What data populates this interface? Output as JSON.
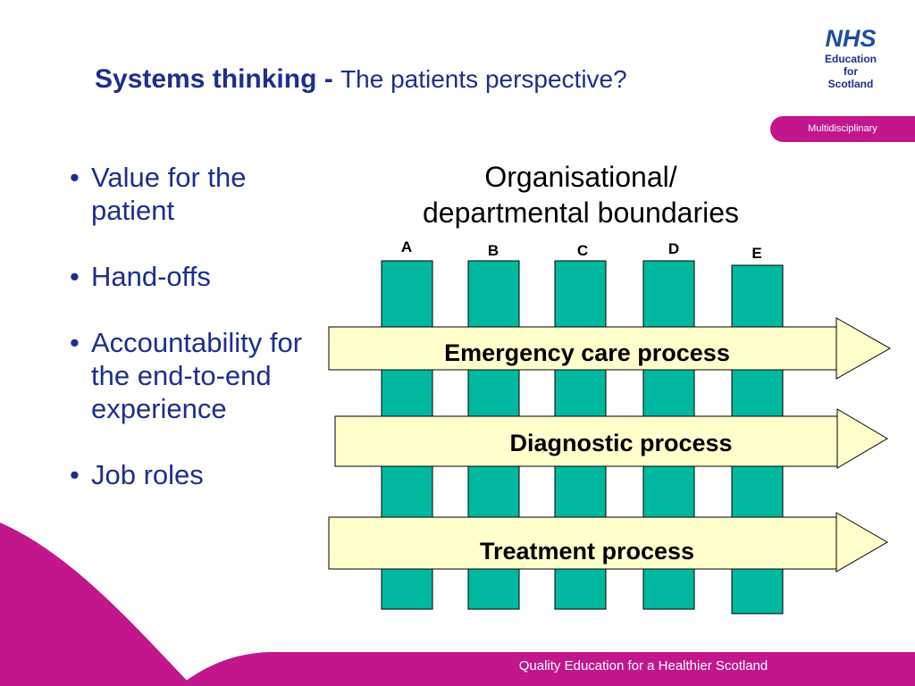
{
  "slide": {
    "title_bold": "Systems thinking - ",
    "title_normal": "The patients perspective?",
    "tag": "Multidisciplinary",
    "footer": "Quality Education for a Healthier Scotland"
  },
  "logo": {
    "nhs": "NHS",
    "line1": "Education",
    "line2": "for",
    "line3": "Scotland"
  },
  "bullets": [
    "Value for the patient",
    "Hand-offs",
    "Accountability for the end-to-end experience",
    "Job roles"
  ],
  "diagram": {
    "heading_line1": "Organisational/",
    "heading_line2": "departmental boundaries",
    "columns": [
      "A",
      "B",
      "C",
      "D",
      "E"
    ],
    "processes": [
      "Emergency care process",
      "Diagnostic process",
      "Treatment process"
    ],
    "colors": {
      "column": "#00b8a0",
      "process_fill": "#ffffcc",
      "accent": "#c2168c",
      "title": "#1d2f8c"
    }
  }
}
